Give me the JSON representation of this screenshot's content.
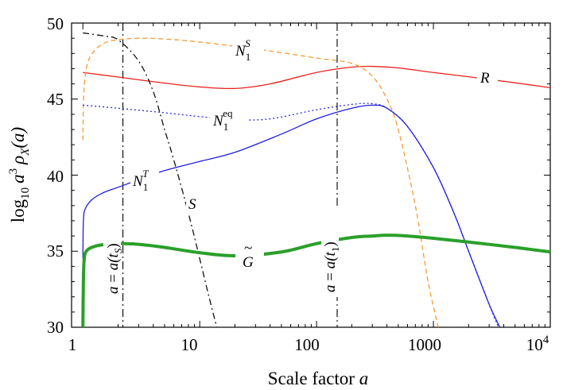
{
  "chart_data": {
    "type": "line",
    "title": "",
    "xlabel": "Scale factor a",
    "ylabel": "log10 a^3 ρX(a)",
    "xscale": "log",
    "xlim": [
      0.8,
      10000
    ],
    "ylim": [
      30,
      50
    ],
    "grid": false,
    "x_ticks": [
      {
        "value": 1,
        "label": "1"
      },
      {
        "value": 10,
        "label": "10"
      },
      {
        "value": 100,
        "label": "100"
      },
      {
        "value": 1000,
        "label": "1000"
      },
      {
        "value": 10000,
        "label": "10^4"
      }
    ],
    "y_ticks": [
      {
        "value": 30,
        "label": "30"
      },
      {
        "value": 35,
        "label": "35"
      },
      {
        "value": 40,
        "label": "40"
      },
      {
        "value": 45,
        "label": "45"
      },
      {
        "value": 50,
        "label": "50"
      }
    ],
    "series": [
      {
        "name": "R",
        "color": "#e8231c",
        "style": "solid",
        "x": [
          1,
          2,
          5,
          10,
          20,
          40,
          100,
          200,
          300,
          500,
          1000,
          3000,
          10000
        ],
        "y": [
          46.75,
          46.45,
          46.05,
          45.8,
          45.7,
          46.0,
          46.75,
          47.1,
          47.15,
          47.05,
          46.75,
          46.3,
          45.75
        ]
      },
      {
        "name": "N1^S",
        "color": "#f39a36",
        "style": "dashed",
        "x": [
          1.0,
          1.02,
          1.1,
          1.3,
          1.6,
          2,
          3,
          5,
          10,
          30,
          100,
          200,
          300,
          400,
          500,
          700,
          900,
          1100
        ],
        "y": [
          42.3,
          45.5,
          47.4,
          48.3,
          48.75,
          48.9,
          49.0,
          48.95,
          48.75,
          48.3,
          47.7,
          47.35,
          46.5,
          45.0,
          43.0,
          38.0,
          33.0,
          30.0
        ]
      },
      {
        "name": "N1^eq",
        "color": "#2a2ad6",
        "style": "dotted",
        "x": [
          1,
          2,
          5,
          10,
          20,
          40,
          100,
          200,
          300,
          400,
          600,
          1000,
          1500,
          2000,
          3000,
          3600
        ],
        "y": [
          44.6,
          44.4,
          44.1,
          43.85,
          43.65,
          43.7,
          44.3,
          44.65,
          44.7,
          44.4,
          43.2,
          40.5,
          37.5,
          35.0,
          31.5,
          30.0
        ]
      },
      {
        "name": "N1^T",
        "color": "#1f1fe0",
        "style": "solid",
        "x": [
          1.0,
          1.01,
          1.05,
          1.2,
          1.5,
          2,
          3,
          5,
          10,
          20,
          50,
          100,
          200,
          300,
          400,
          600,
          1000,
          1500,
          2000,
          3000,
          3700
        ],
        "y": [
          34.5,
          37.0,
          37.8,
          38.4,
          38.85,
          39.2,
          39.7,
          40.3,
          40.9,
          41.5,
          42.7,
          43.7,
          44.4,
          44.6,
          44.4,
          43.2,
          40.5,
          37.5,
          35.0,
          31.5,
          30.0
        ]
      },
      {
        "name": "S",
        "color": "#111111",
        "style": "dashdot",
        "x": [
          1,
          1.5,
          2,
          3,
          4,
          5,
          6,
          8,
          10,
          12,
          14
        ],
        "y": [
          49.35,
          49.15,
          48.9,
          47.5,
          45.5,
          43.0,
          41.0,
          37.5,
          34.5,
          32.0,
          30.0
        ]
      },
      {
        "name": "G~",
        "color": "#2aa02a",
        "style": "solid-thick",
        "x": [
          1.0,
          1.01,
          1.03,
          1.1,
          1.3,
          1.6,
          2,
          3,
          5,
          10,
          20,
          50,
          100,
          200,
          300,
          400,
          600,
          1000,
          2000,
          5000,
          10000
        ],
        "y": [
          30.0,
          33.0,
          34.6,
          35.1,
          35.35,
          35.45,
          35.5,
          35.45,
          35.25,
          34.9,
          34.7,
          34.95,
          35.5,
          35.9,
          36.0,
          36.05,
          36.0,
          35.85,
          35.6,
          35.25,
          34.95
        ]
      }
    ],
    "vertical_lines": [
      {
        "x": 2.2,
        "label": "a = a(t_S)",
        "style": "dashdot"
      },
      {
        "x": 150,
        "label": "a = a(t_1)",
        "style": "dashdot"
      }
    ]
  },
  "labels": {
    "x_axis_prefix": "Scale factor ",
    "x_axis_var": "a",
    "y_axis_log": "log",
    "y_axis_log_sub": "10",
    "y_axis_a": "a",
    "y_axis_a_sup": "3",
    "y_axis_rho": "ρ",
    "y_axis_rho_sub": "X",
    "y_axis_arg": "(a)",
    "xtick_1": "1",
    "xtick_10": "10",
    "xtick_100": "100",
    "xtick_1000": "1000",
    "xtick_1e4_base": "10",
    "xtick_1e4_exp": "4",
    "ytick_30": "30",
    "ytick_35": "35",
    "ytick_40": "40",
    "ytick_45": "45",
    "ytick_50": "50",
    "label_R": "R",
    "label_S": "S",
    "label_N1S_base": "N",
    "label_N1S_sub": "1",
    "label_N1S_sup": "S",
    "label_N1eq_base": "N",
    "label_N1eq_sub": "1",
    "label_N1eq_sup": "eq",
    "label_N1T_base": "N",
    "label_N1T_sub": "1",
    "label_N1T_sup": "T",
    "label_G": "G",
    "label_G_tilde": "~",
    "vline1_a": "a",
    "vline1_eq": " = ",
    "vline1_rhs": "a(t",
    "vline1_sub": "S",
    "vline1_close": ")",
    "vline2_a": "a",
    "vline2_eq": " = ",
    "vline2_rhs": "a(t",
    "vline2_sub": "1",
    "vline2_close": ")"
  }
}
